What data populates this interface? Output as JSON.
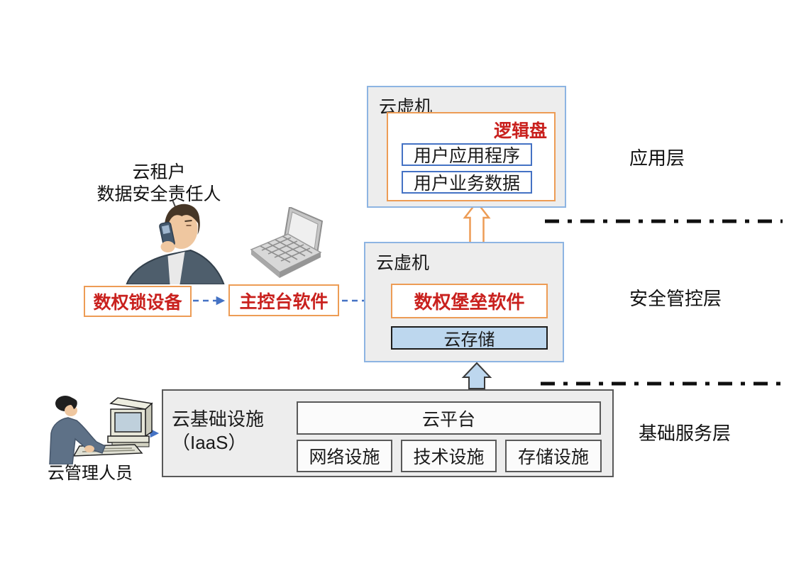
{
  "layers": {
    "application": "应用层",
    "security": "安全管控层",
    "base": "基础服务层"
  },
  "top_vm": {
    "title": "云虚机",
    "logical_disk": "逻辑盘",
    "items": [
      "用户应用程序",
      "用户业务数据"
    ]
  },
  "mid_vm": {
    "title": "云虚机",
    "fortress": "数权堡垒软件",
    "storage": "云存储"
  },
  "tenant": {
    "line1": "云租户",
    "line2": "数据安全责任人",
    "icon": "person-on-phone-icon"
  },
  "admin": {
    "label": "云管理人员",
    "icon": "person-at-computer-icon"
  },
  "devices": {
    "lock_device": "数权锁设备",
    "console_software": "主控台软件",
    "console_icon": "laptop-icon"
  },
  "iaas": {
    "line1": "云基础设施",
    "line2": "（IaaS）",
    "platform": "云平台",
    "facilities": [
      "网络设施",
      "技术设施",
      "存储设施"
    ]
  },
  "colors": {
    "red_text": "#C9211E",
    "orange_border": "#ED9C55",
    "vm_border_blue": "#8DB4E2",
    "item_border_blue": "#4472C4",
    "storage_fill": "#BDD7EE",
    "box_fill": "#EDEDED",
    "arrow_blue": "#4472C4",
    "dark_border": "#595959",
    "divider_black": "#0f0f0f"
  }
}
